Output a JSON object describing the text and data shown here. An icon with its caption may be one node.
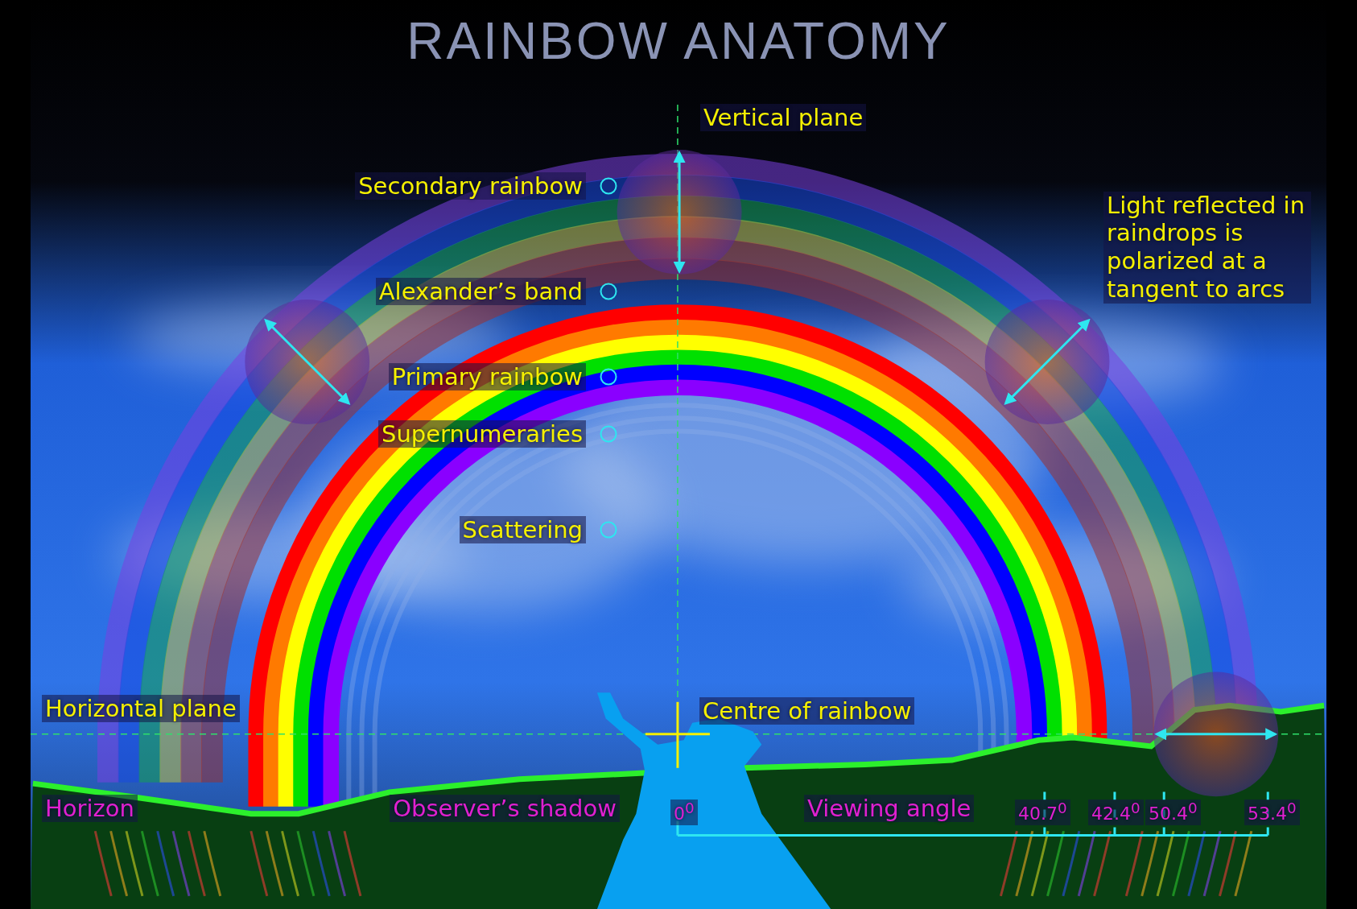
{
  "diagram": {
    "title": "RAINBOW ANATOMY",
    "labels": [
      "Vertical plane",
      "Secondary rainbow",
      "Light reflected in raindrops is polarized at a tangent to arcs",
      "Alexander’s band",
      "Primary rainbow",
      "Supernumeraries",
      "Scattering",
      "Horizontal plane",
      "Centre of rainbow",
      "Horizon",
      "Observer’s shadow",
      "0$^{0}$",
      "Viewing angle",
      "40.7$^{0}$",
      "42.4$^{0}$",
      "50.4$^{0}$",
      "53.4$^{0}$"
    ]
  }
}
